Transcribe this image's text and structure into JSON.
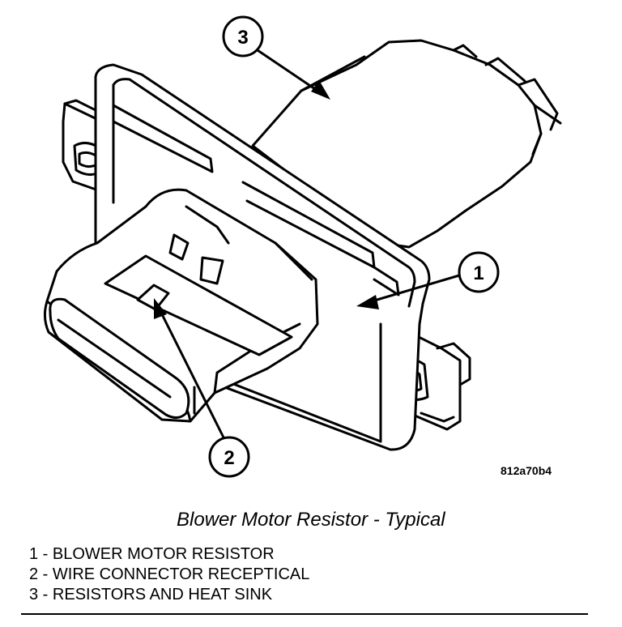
{
  "callouts": [
    {
      "number": "1",
      "text": "BLOWER MOTOR RESISTOR"
    },
    {
      "number": "2",
      "text": "WIRE CONNECTOR RECEPTICAL"
    },
    {
      "number": "3",
      "text": "RESISTORS AND HEAT SINK"
    }
  ],
  "legend_separator": " - ",
  "figure_code": "812a70b4",
  "caption": "Blower Motor Resistor - Typical"
}
